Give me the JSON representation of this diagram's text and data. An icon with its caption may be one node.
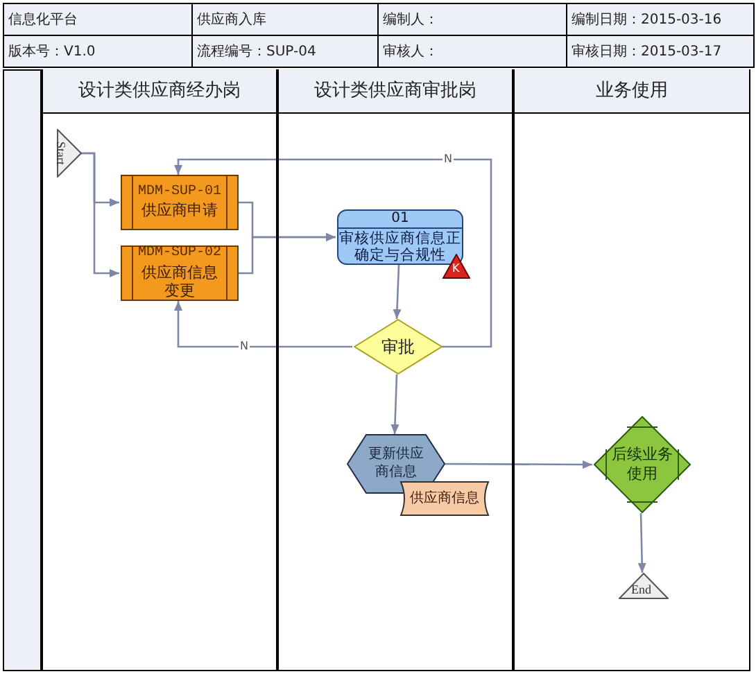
{
  "diagram": {
    "nodes": [
      {
        "text": [
          "设计类供应商经办岗"
        ]
      },
      {
        "text": [
          "设计类供应商审批岗"
        ]
      },
      {
        "text": [
          "业务使用"
        ]
      },
      {
        "text": [
          "Start"
        ],
        "in": 0
      },
      {
        "text": [
          "MDM-SUP-01",
          "供应商申请"
        ],
        "in": 0
      },
      {
        "text": [
          "MDM-SUP-02",
          "供应商信息变更"
        ],
        "in": 0
      },
      {
        "text": [
          "01",
          "审核供应商信息正确定与合规性"
        ],
        "in": 1
      },
      {
        "text": [
          "K"
        ],
        "in": 1
      },
      {
        "text": [
          "审批"
        ],
        "in": 1
      },
      {
        "text": [
          "更新供应商信息"
        ],
        "in": 1
      },
      {
        "text": [
          "供应商信息"
        ],
        "in": 1
      },
      {
        "text": [
          "后续业务使用"
        ],
        "in": 2
      },
      {
        "text": [
          "End"
        ],
        "in": 2
      }
    ],
    "edges": [
      {
        "from": 3,
        "to": 4,
        "arrow": "to"
      },
      {
        "from": 3,
        "to": 5,
        "arrow": "to"
      },
      {
        "from": 4,
        "to": 6,
        "arrow": "to"
      },
      {
        "from": 5,
        "to": 6,
        "arrow": "to"
      },
      {
        "from": 6,
        "to": 8,
        "arrow": "to"
      },
      {
        "from": 8,
        "to": 4,
        "arrow": "to",
        "label": "N"
      },
      {
        "from": 8,
        "to": 5,
        "arrow": "to",
        "label": "N"
      },
      {
        "from": 8,
        "to": 9,
        "arrow": "to"
      },
      {
        "from": 9,
        "to": 11,
        "arrow": "to"
      },
      {
        "from": 11,
        "to": 12,
        "arrow": "to"
      }
    ],
    "labels": [
      "信息化平台",
      "供应商入库",
      "编制人：",
      "编制日期：2015-03-16",
      "版本号：V1.0",
      "流程编号：SUP-04",
      "审核人：",
      "审核日期：2015-03-17"
    ]
  }
}
